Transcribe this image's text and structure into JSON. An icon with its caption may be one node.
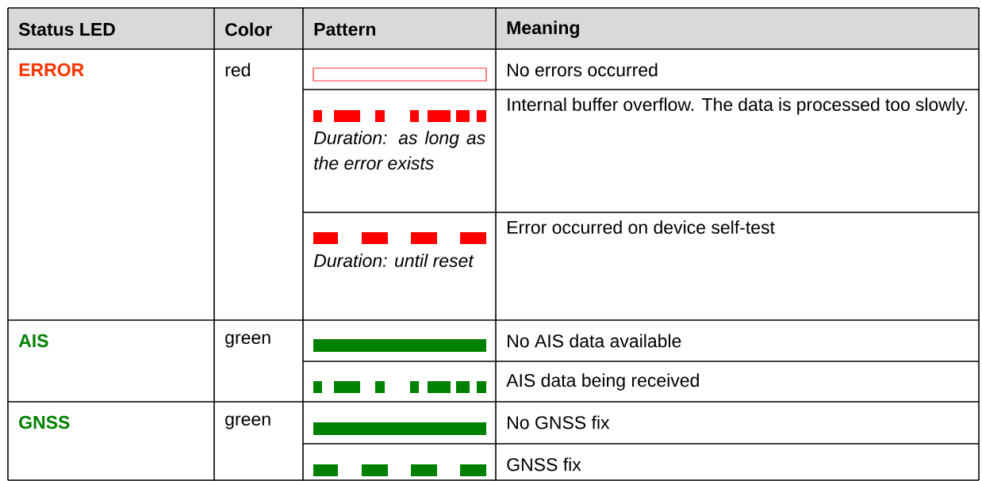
{
  "diagram": {
    "labels": [
      "Status LED",
      "Color",
      "Pattern",
      "Meaning",
      "ERROR",
      "red",
      "No errors occurred",
      "Duration: as long as the error exists",
      "Internal buffer overflow. The data is processed too slowly.",
      "Duration: until reset",
      "Error occurred on device self-test",
      "AIS",
      "green",
      "No AIS data available",
      "AIS data being received",
      "GNSS",
      "green",
      "No GNSS fix",
      "GNSS fix"
    ]
  }
}
